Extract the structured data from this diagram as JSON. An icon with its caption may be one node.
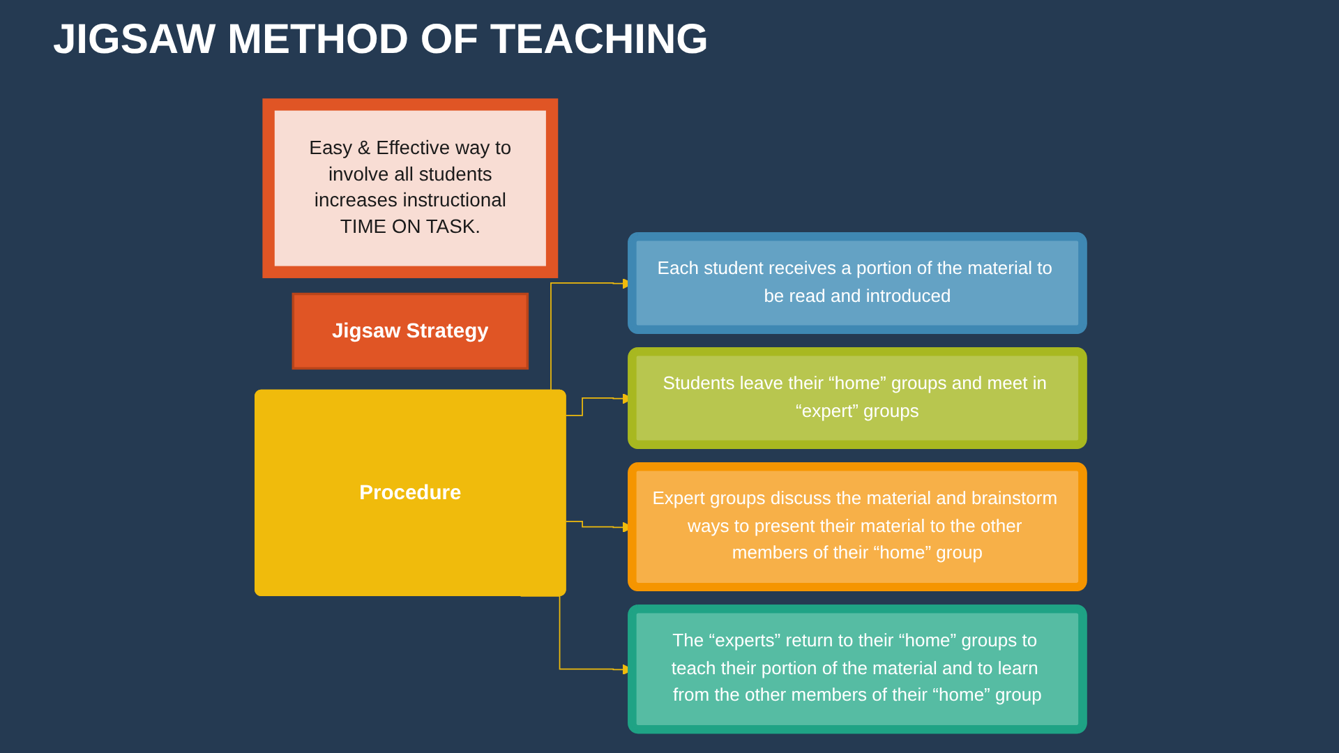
{
  "diagram": {
    "title": "JIGSAW METHOD OF TEACHING",
    "nodes": [
      {
        "text": [
          "Easy & Effective way to involve all students increases instructional TIME ON TASK."
        ]
      },
      {
        "text": [
          "Jigsaw Strategy"
        ]
      },
      {
        "text": [
          "Procedure"
        ]
      },
      {
        "text": [
          "Each student receives a portion of the material to be read and introduced"
        ]
      },
      {
        "text": [
          "Students leave their “home” groups and meet in “expert” groups"
        ]
      },
      {
        "text": [
          "Expert groups discuss the material and brainstorm ways to present their material to the other members of their “home” group"
        ]
      },
      {
        "text": [
          "The “experts” return to their “home” groups to teach their portion of the material and to learn from the other members of their “home” group"
        ]
      }
    ],
    "edges": [
      {
        "from": 2,
        "to": 3,
        "arrow": "to"
      },
      {
        "from": 2,
        "to": 4,
        "arrow": "to"
      },
      {
        "from": 2,
        "to": 5,
        "arrow": "to"
      },
      {
        "from": 2,
        "to": 6,
        "arrow": "to"
      }
    ]
  }
}
